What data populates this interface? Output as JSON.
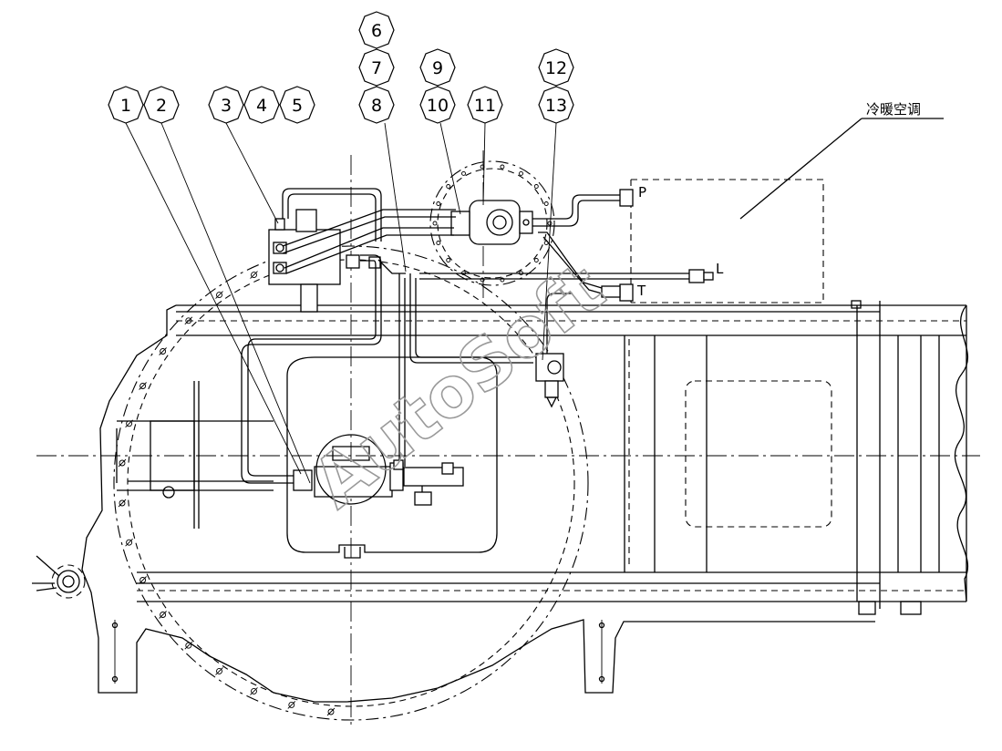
{
  "balloons": [
    {
      "id": "1",
      "label": "1"
    },
    {
      "id": "2",
      "label": "2"
    },
    {
      "id": "3",
      "label": "3"
    },
    {
      "id": "4",
      "label": "4"
    },
    {
      "id": "5",
      "label": "5"
    },
    {
      "id": "6",
      "label": "6"
    },
    {
      "id": "7",
      "label": "7"
    },
    {
      "id": "8",
      "label": "8"
    },
    {
      "id": "9",
      "label": "9"
    },
    {
      "id": "10",
      "label": "10"
    },
    {
      "id": "11",
      "label": "11"
    },
    {
      "id": "12",
      "label": "12"
    },
    {
      "id": "13",
      "label": "13"
    }
  ],
  "annotations": {
    "air_conditioner": "冷暖空调",
    "port_p": "P",
    "port_l": "L",
    "port_t": "T"
  },
  "watermark": "AutoSoft"
}
